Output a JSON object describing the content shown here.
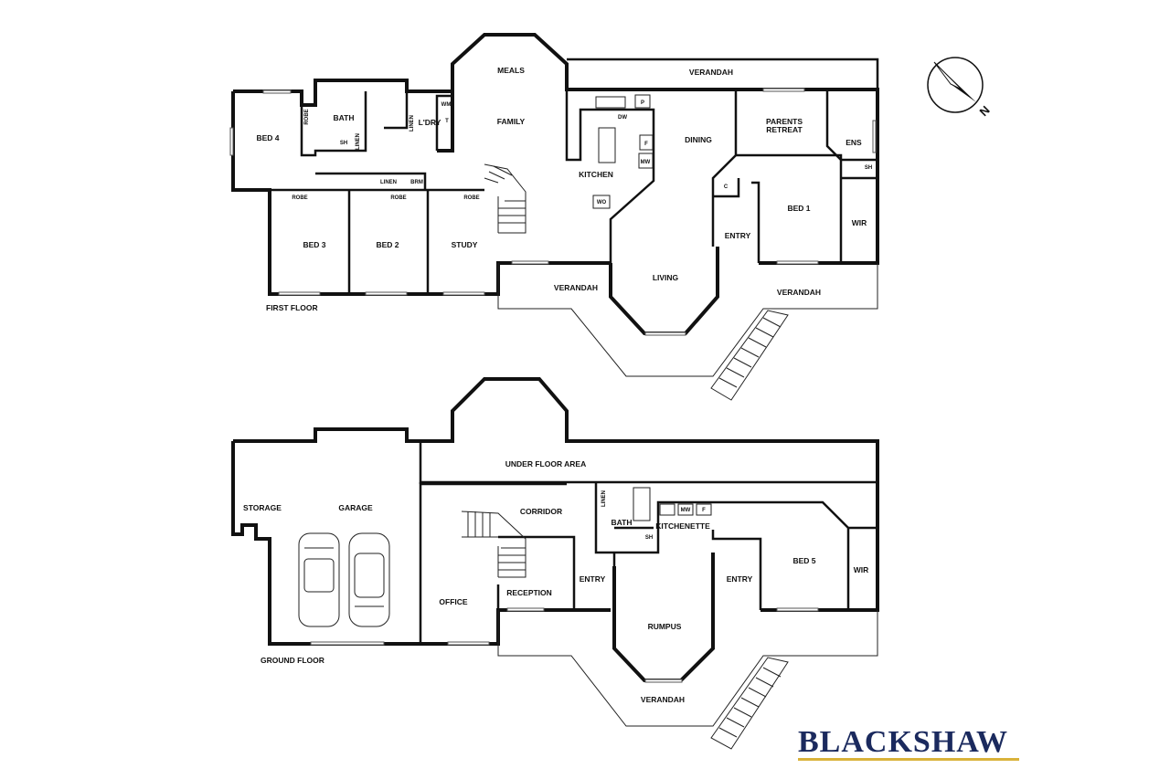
{
  "floors": {
    "first": {
      "label": "FIRST FLOOR",
      "rooms": {
        "bed4": "BED 4",
        "bath": "BATH",
        "robe_v": "ROBE",
        "sh": "SH",
        "linen_v1": "LINEN",
        "laundry": "L'DRY",
        "linen_v2": "LINEN",
        "wm": "WM",
        "t": "T",
        "meals": "MEALS",
        "family": "FAMILY",
        "kitchen": "KITCHEN",
        "dw": "DW",
        "p": "P",
        "f": "F",
        "mw": "MW",
        "wo": "WO",
        "verandah_top": "VERANDAH",
        "dining": "DINING",
        "parents_retreat_1": "PARENTS",
        "parents_retreat_2": "RETREAT",
        "ens": "ENS",
        "ens_sh": "SH",
        "c": "C",
        "bed1": "BED 1",
        "wir": "WIR",
        "entry": "ENTRY",
        "robe1": "ROBE",
        "linen": "LINEN",
        "brm": "BRM",
        "robe2": "ROBE",
        "robe3": "ROBE",
        "bed3": "BED 3",
        "bed2": "BED 2",
        "study": "STUDY",
        "verandah_left": "VERANDAH",
        "living": "LIVING",
        "verandah_right": "VERANDAH"
      }
    },
    "ground": {
      "label": "GROUND FLOOR",
      "rooms": {
        "under_floor": "UNDER FLOOR AREA",
        "storage": "STORAGE",
        "garage": "GARAGE",
        "corridor": "CORRIDOR",
        "linen": "LINEN",
        "bath": "BATH",
        "sh": "SH",
        "kitchenette": "KITCHENETTE",
        "mw": "MW",
        "f": "F",
        "office": "OFFICE",
        "reception": "RECEPTION",
        "entry1": "ENTRY",
        "entry2": "ENTRY",
        "rumpus": "RUMPUS",
        "bed5": "BED 5",
        "wir": "WIR",
        "verandah": "VERANDAH"
      }
    }
  },
  "brand": {
    "name": "BLACKSHAW",
    "color": "#1b2a5e",
    "accent": "#d9b23a"
  },
  "compass": {
    "letter": "N",
    "icon": "compass-north-arrow-icon"
  }
}
